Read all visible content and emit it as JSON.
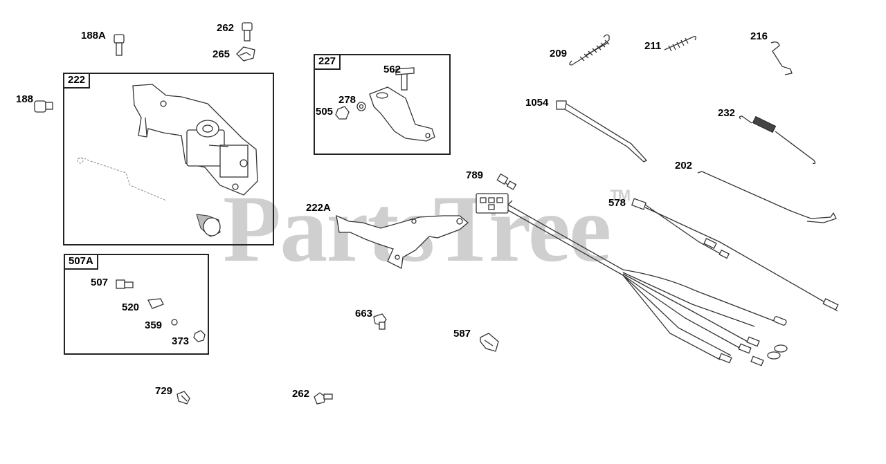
{
  "watermark": {
    "text": "PartsTree",
    "tm": "TM"
  },
  "boxes": {
    "b222": "222",
    "b227": "227",
    "b507A": "507A"
  },
  "labels": {
    "l188A": "188A",
    "l262a": "262",
    "l265": "265",
    "l188": "188",
    "l562": "562",
    "l278": "278",
    "l505": "505",
    "l209": "209",
    "l211": "211",
    "l216": "216",
    "l1054": "1054",
    "l232": "232",
    "l202": "202",
    "l789": "789",
    "l222A": "222A",
    "l578": "578",
    "l507": "507",
    "l520": "520",
    "l359": "359",
    "l373": "373",
    "l663": "663",
    "l587": "587",
    "l729": "729",
    "l262b": "262"
  }
}
